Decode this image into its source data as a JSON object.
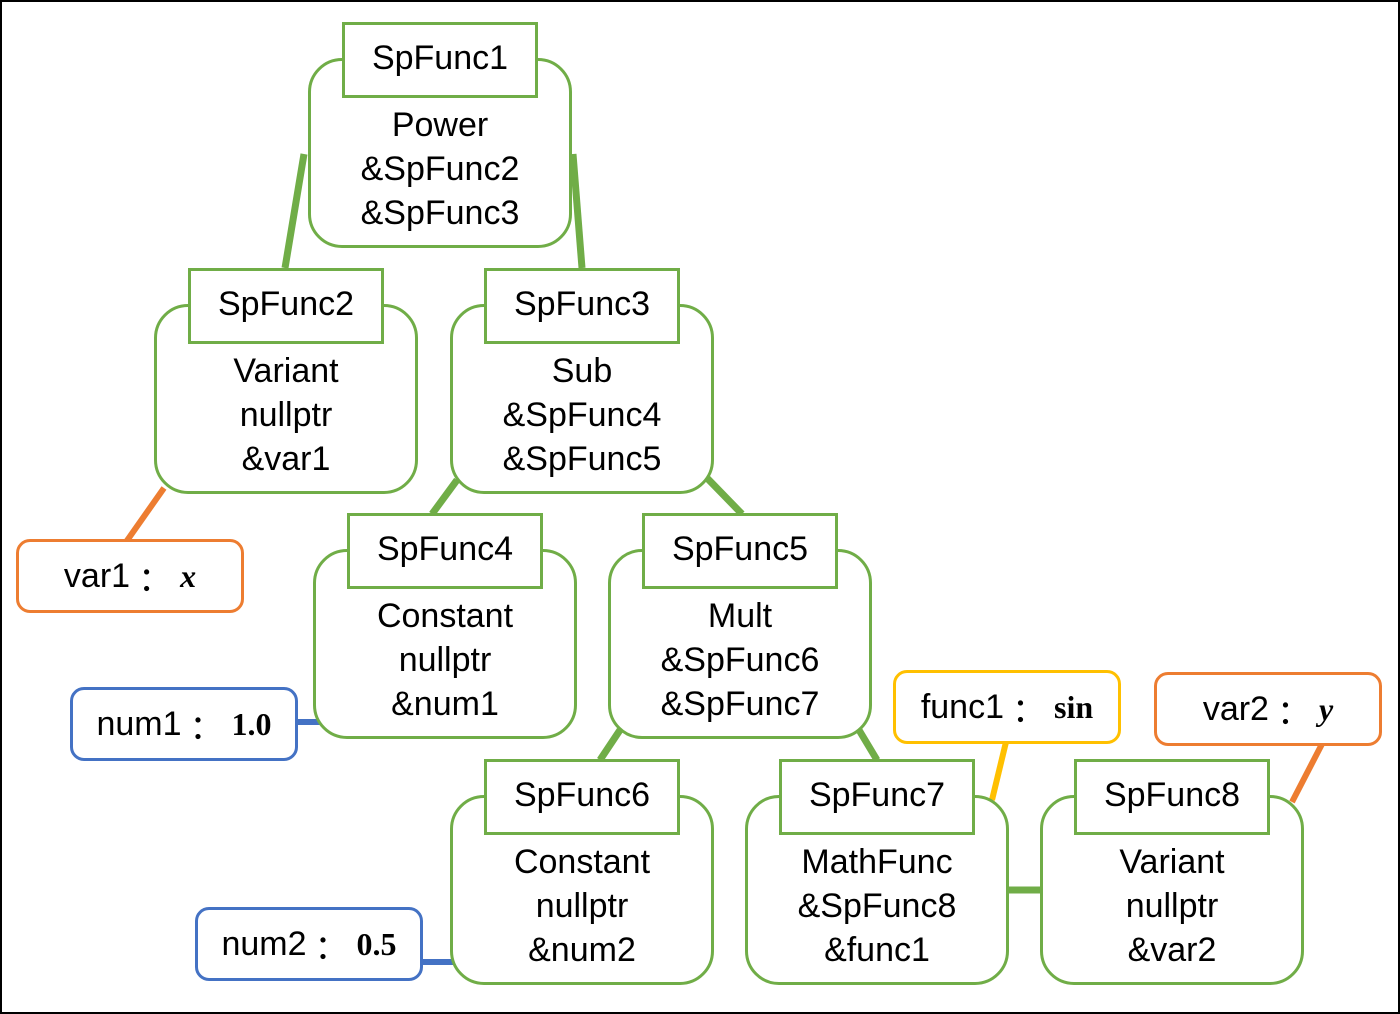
{
  "colors": {
    "node": "#70ad47",
    "variable": "#ed7d31",
    "number": "#4472c4",
    "function": "#ffc000"
  },
  "nodes": {
    "sf1": {
      "name": "SpFunc1",
      "lines": [
        "Power",
        "&SpFunc2",
        "&SpFunc3"
      ]
    },
    "sf2": {
      "name": "SpFunc2",
      "lines": [
        "Variant",
        "nullptr",
        "&var1"
      ]
    },
    "sf3": {
      "name": "SpFunc3",
      "lines": [
        "Sub",
        "&SpFunc4",
        "&SpFunc5"
      ]
    },
    "sf4": {
      "name": "SpFunc4",
      "lines": [
        "Constant",
        "nullptr",
        "&num1"
      ]
    },
    "sf5": {
      "name": "SpFunc5",
      "lines": [
        "Mult",
        "&SpFunc6",
        "&SpFunc7"
      ]
    },
    "sf6": {
      "name": "SpFunc6",
      "lines": [
        "Constant",
        "nullptr",
        "&num2"
      ]
    },
    "sf7": {
      "name": "SpFunc7",
      "lines": [
        "MathFunc",
        "&SpFunc8",
        "&func1"
      ]
    },
    "sf8": {
      "name": "SpFunc8",
      "lines": [
        "Variant",
        "nullptr",
        "&var2"
      ]
    }
  },
  "leaves": {
    "var1": {
      "name": "var1",
      "sep": "：",
      "value": "x"
    },
    "num1": {
      "name": "num1",
      "sep": "：",
      "value": "1.0"
    },
    "num2": {
      "name": "num2",
      "sep": "：",
      "value": "0.5"
    },
    "func1": {
      "name": "func1",
      "sep": "：",
      "value": "sin"
    },
    "var2": {
      "name": "var2",
      "sep": "：",
      "value": "y"
    }
  }
}
